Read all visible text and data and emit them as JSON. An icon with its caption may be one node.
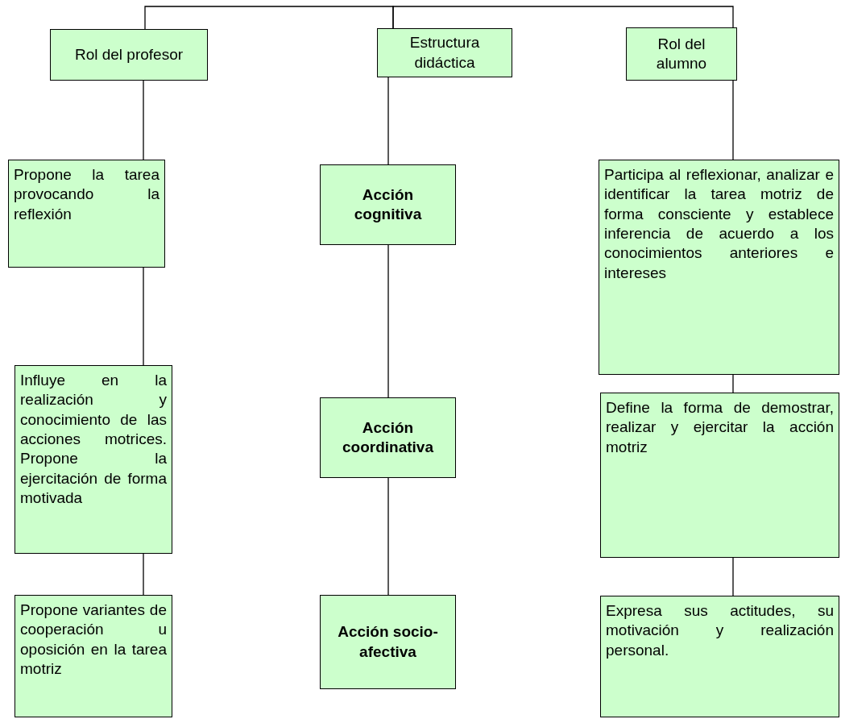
{
  "diagram": {
    "nodes": [
      {
        "text": [
          "Rol del profesor"
        ]
      },
      {
        "text": [
          "Estructura didáctica"
        ]
      },
      {
        "text": [
          "Rol del alumno"
        ]
      },
      {
        "text": [
          "Propone la tarea provocando la reflexión"
        ]
      },
      {
        "text": [
          "Acción cognitiva"
        ]
      },
      {
        "text": [
          "Participa al reflexionar, analizar e identificar la tarea motriz de forma consciente y establece inferencia de acuerdo a los conocimientos anteriores e intereses"
        ]
      },
      {
        "text": [
          "Influye en la realización y conocimiento de las acciones motrices. Propone la ejercitación de forma motivada"
        ]
      },
      {
        "text": [
          "Acción coordinativa"
        ]
      },
      {
        "text": [
          "Define la forma de demostrar, realizar y ejercitar la acción motriz"
        ]
      },
      {
        "text": [
          "Propone variantes de cooperación u oposición en la tarea motriz"
        ]
      },
      {
        "text": [
          "Acción socio-afectiva"
        ]
      },
      {
        "text": [
          "Expresa sus actitudes, su motivación y realización personal."
        ]
      }
    ],
    "edges": [
      {
        "from": 1,
        "to": 0,
        "arrow": "none"
      },
      {
        "from": 1,
        "to": 2,
        "arrow": "none"
      },
      {
        "from": 0,
        "to": 3,
        "arrow": "none"
      },
      {
        "from": 3,
        "to": 6,
        "arrow": "none"
      },
      {
        "from": 6,
        "to": 9,
        "arrow": "none"
      },
      {
        "from": 1,
        "to": 4,
        "arrow": "none"
      },
      {
        "from": 4,
        "to": 7,
        "arrow": "none"
      },
      {
        "from": 7,
        "to": 10,
        "arrow": "none"
      },
      {
        "from": 2,
        "to": 5,
        "arrow": "none"
      },
      {
        "from": 5,
        "to": 8,
        "arrow": "none"
      },
      {
        "from": 8,
        "to": 11,
        "arrow": "none"
      }
    ]
  }
}
